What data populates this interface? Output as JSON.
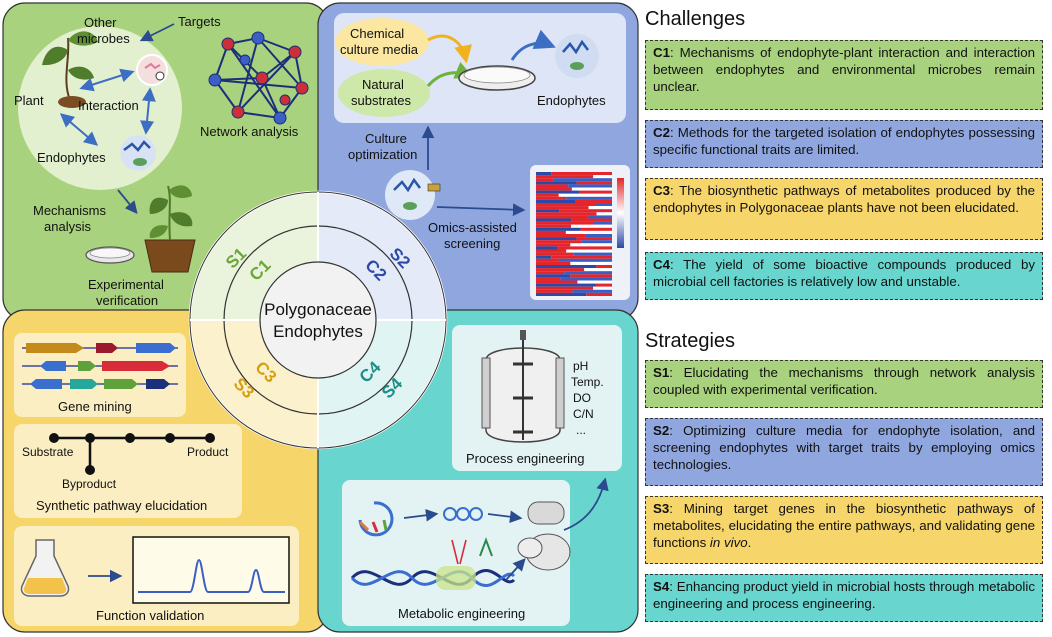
{
  "center": {
    "line1": "Polygonaceae",
    "line2": "Endophytes"
  },
  "rings": {
    "s1": "S1",
    "s2": "S2",
    "s3": "S3",
    "s4": "S4",
    "c1": "C1",
    "c2": "C2",
    "c3": "C3",
    "c4": "C4"
  },
  "q1": {
    "targets": "Targets",
    "other_microbes_1": "Other",
    "other_microbes_2": "microbes",
    "plant": "Plant",
    "interaction": "Interaction",
    "endophytes": "Endophytes",
    "network_analysis": "Network analysis",
    "mechanisms_1": "Mechanisms",
    "mechanisms_2": "analysis",
    "experimental_1": "Experimental",
    "experimental_2": "verification"
  },
  "q2": {
    "chemical_1": "Chemical",
    "chemical_2": "culture media",
    "natural_1": "Natural",
    "natural_2": "substrates",
    "endophytes": "Endophytes",
    "culture_1": "Culture",
    "culture_2": "optimization",
    "omics_1": "Omics-assisted",
    "omics_2": "screening"
  },
  "q3": {
    "gene_mining": "Gene mining",
    "substrate": "Substrate",
    "product": "Product",
    "byproduct": "Byproduct",
    "synthetic": "Synthetic pathway elucidation",
    "function_validation": "Function validation"
  },
  "q4": {
    "ph": "pH",
    "temp": "Temp.",
    "do": "DO",
    "cn": "C/N",
    "dots": "...",
    "process": "Process engineering",
    "metabolic": "Metabolic engineering"
  },
  "challenges": {
    "heading": "Challenges",
    "items": [
      {
        "code": "C1",
        "text": ": Mechanisms of endophyte-plant interaction and interaction between endophytes and environmental microbes remain unclear."
      },
      {
        "code": "C2",
        "text": ": Methods for the targeted isolation of endophytes possessing specific functional traits are limited."
      },
      {
        "code": "C3",
        "text": ": The biosynthetic pathways of metabolites produced by the endophytes in Polygonaceae plants have not been elucidated."
      },
      {
        "code": "C4",
        "text": ": The yield of some bioactive compounds produced by microbial cell factories is relatively low and unstable."
      }
    ]
  },
  "strategies": {
    "heading": "Strategies",
    "items": [
      {
        "code": "S1",
        "text": ": Elucidating the mechanisms through network analysis coupled with experimental verification."
      },
      {
        "code": "S2",
        "text": ": Optimizing culture media for endophyte isolation, and screening endophytes with target traits by employing omics technologies."
      },
      {
        "code": "S3",
        "text": ": Mining target genes in the biosynthetic pathways of metabolites, elucidating the entire pathways, and validating gene functions ",
        "italic": "in vivo",
        "tail": "."
      },
      {
        "code": "S4",
        "text": ": Enhancing product yield in microbial hosts through metabolic engineering and process engineering."
      }
    ]
  },
  "colors": {
    "green": "#a9d27e",
    "blue": "#8fa6de",
    "yellow": "#f6d56a",
    "teal": "#68d6cf"
  }
}
